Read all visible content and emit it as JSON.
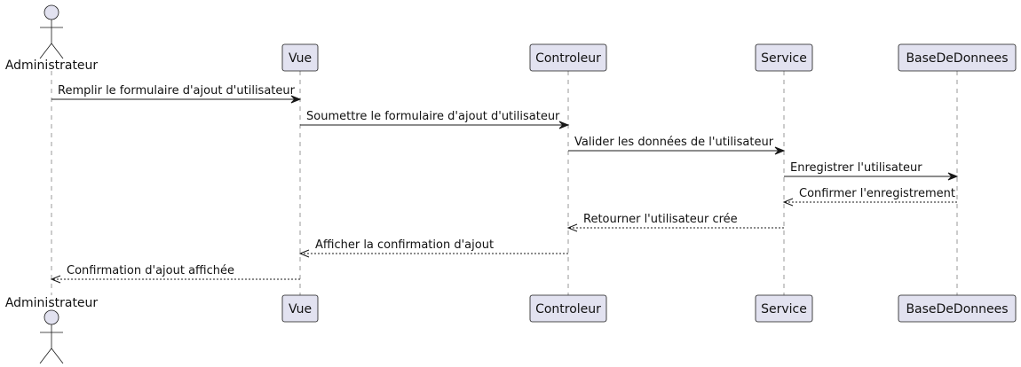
{
  "diagram": {
    "type": "sequence",
    "participants": [
      {
        "id": "admin",
        "label": "Administrateur",
        "kind": "actor"
      },
      {
        "id": "vue",
        "label": "Vue",
        "kind": "participant"
      },
      {
        "id": "ctrl",
        "label": "Controleur",
        "kind": "participant"
      },
      {
        "id": "svc",
        "label": "Service",
        "kind": "participant"
      },
      {
        "id": "db",
        "label": "BaseDeDonnees",
        "kind": "participant"
      }
    ],
    "messages": [
      {
        "from": "admin",
        "to": "vue",
        "label": "Remplir le formulaire d'ajout d'utilisateur",
        "style": "solid"
      },
      {
        "from": "vue",
        "to": "ctrl",
        "label": "Soumettre le formulaire d'ajout d'utilisateur",
        "style": "solid"
      },
      {
        "from": "ctrl",
        "to": "svc",
        "label": "Valider les données de l'utilisateur",
        "style": "solid"
      },
      {
        "from": "svc",
        "to": "db",
        "label": "Enregistrer l'utilisateur",
        "style": "solid"
      },
      {
        "from": "db",
        "to": "svc",
        "label": "Confirmer l'enregistrement",
        "style": "dashed"
      },
      {
        "from": "svc",
        "to": "ctrl",
        "label": "Retourner l'utilisateur crée",
        "style": "dashed"
      },
      {
        "from": "ctrl",
        "to": "vue",
        "label": "Afficher la confirmation d'ajout",
        "style": "dashed"
      },
      {
        "from": "vue",
        "to": "admin",
        "label": "Confirmation d'ajout affichée",
        "style": "dashed"
      }
    ],
    "colors": {
      "participant_fill": "#e2e2f0",
      "border": "#181818",
      "lifeline": "#999999"
    }
  }
}
